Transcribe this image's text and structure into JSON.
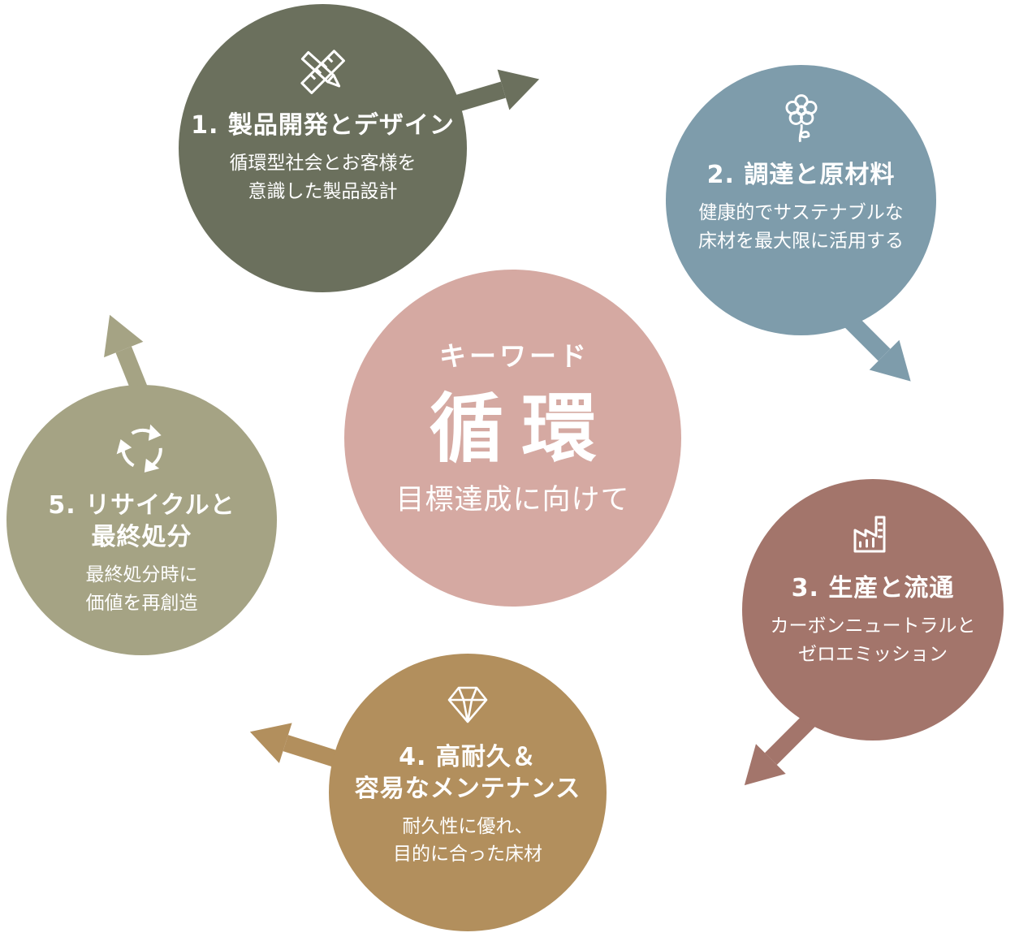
{
  "center": {
    "kicker": "キーワード",
    "title": "循環",
    "subtitle": "目標達成に向けて",
    "color": "#d5a9a2"
  },
  "steps": [
    {
      "title": "1. 製品開発とデザイン",
      "body": "循環型社会とお客様を\n意識した製品設計",
      "color": "#6b705d",
      "icon": "pencil-ruler-icon"
    },
    {
      "title": "2. 調達と原材料",
      "body": "健康的でサステナブルな\n床材を最大限に活用する",
      "color": "#7e9cab",
      "icon": "flower-icon"
    },
    {
      "title": "3. 生産と流通",
      "body": "カーボンニュートラルと\nゼロエミッション",
      "color": "#a3756b",
      "icon": "factory-chart-icon"
    },
    {
      "title": "4. 高耐久＆\n容易なメンテナンス",
      "body": "耐久性に優れ、\n目的に合った床材",
      "color": "#b28f5d",
      "icon": "diamond-icon"
    },
    {
      "title": "5. リサイクルと\n最終処分",
      "body": "最終処分時に\n価値を再創造",
      "color": "#a5a384",
      "icon": "recycle-icon"
    }
  ]
}
